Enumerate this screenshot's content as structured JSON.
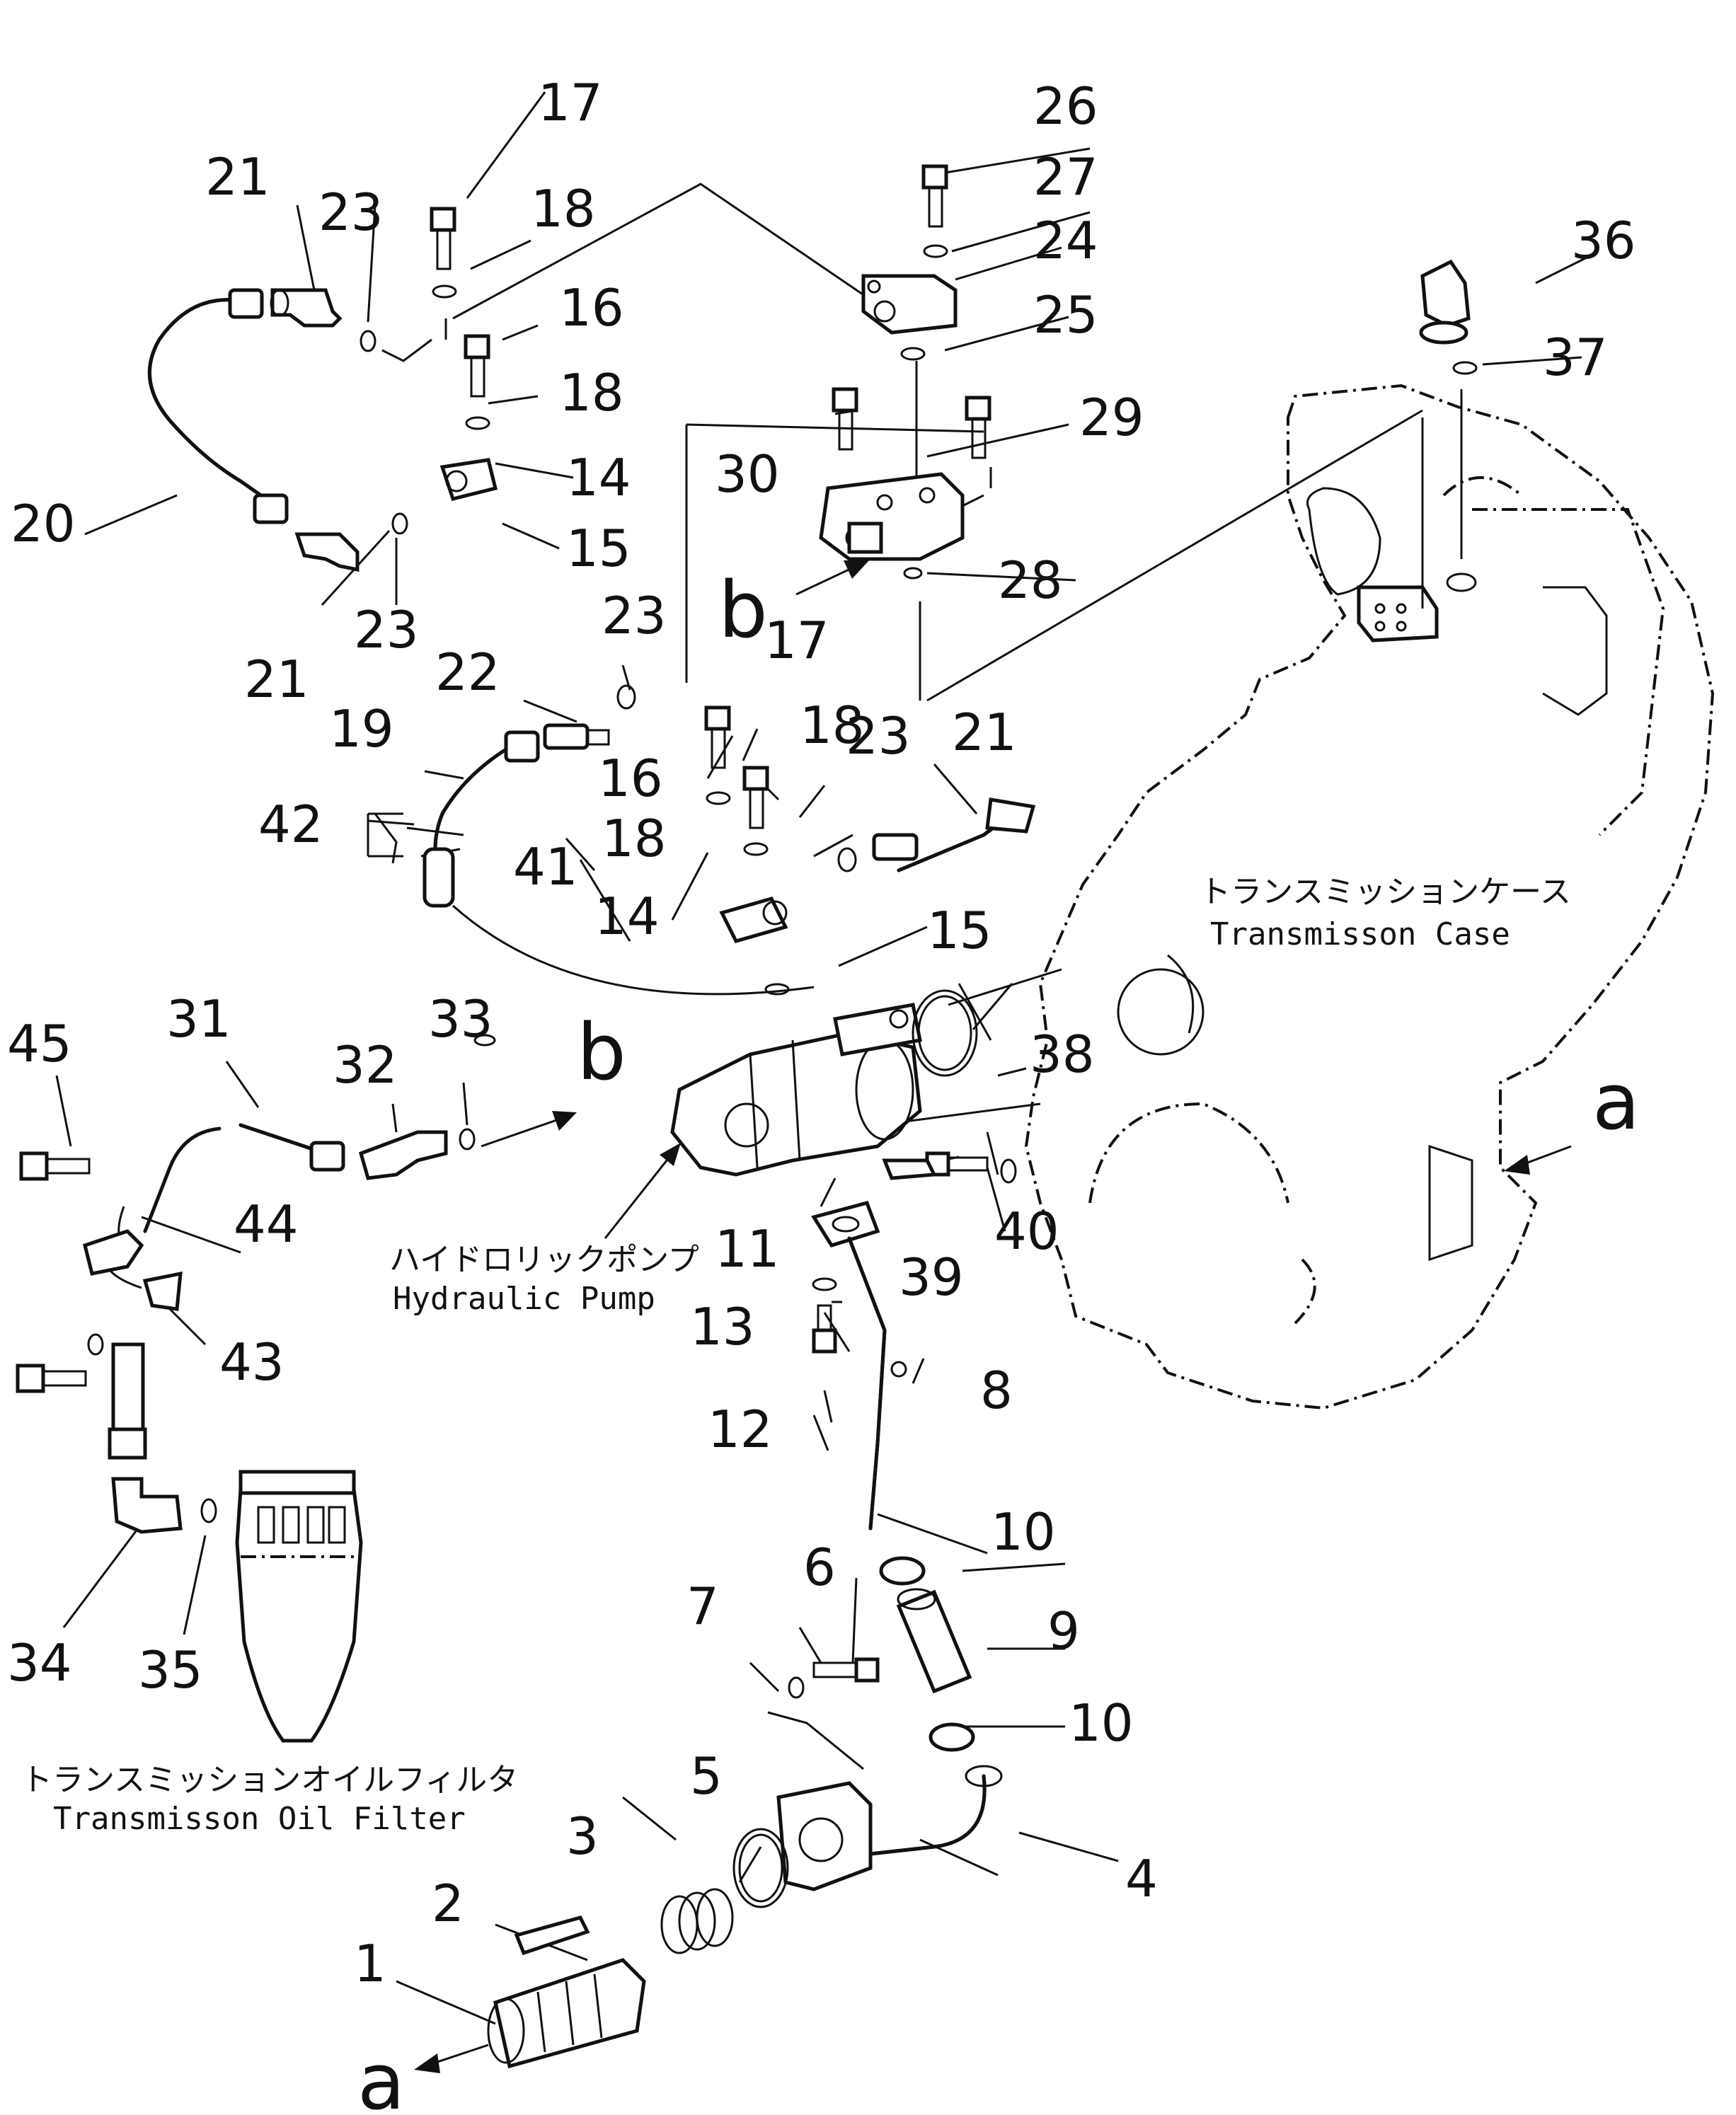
{
  "part_numbers": [
    "1",
    "2",
    "3",
    "4",
    "5",
    "6",
    "7",
    "8",
    "9",
    "10",
    "10",
    "11",
    "12",
    "13",
    "14",
    "14",
    "15",
    "15",
    "16",
    "16",
    "17",
    "17",
    "18",
    "18",
    "18",
    "18",
    "19",
    "20",
    "21",
    "21",
    "21",
    "22",
    "23",
    "23",
    "23",
    "23",
    "24",
    "25",
    "26",
    "27",
    "28",
    "29",
    "30",
    "31",
    "32",
    "33",
    "34",
    "35",
    "36",
    "37",
    "38",
    "39",
    "40",
    "41",
    "42",
    "43",
    "44",
    "45"
  ],
  "view_letters": {
    "a_top": "a",
    "a_bottom": "a",
    "b_mid": "b",
    "b_left": "b"
  },
  "captions": {
    "transmission_case_jp": "トランスミッションケース",
    "transmission_case_en": "Transmisson Case",
    "hydraulic_pump_jp": "ハイドロリックポンプ",
    "hydraulic_pump_en": "Hydraulic Pump",
    "oil_filter_jp": "トランスミッションオイルフィルタ",
    "oil_filter_en": "Transmisson Oil Filter"
  }
}
